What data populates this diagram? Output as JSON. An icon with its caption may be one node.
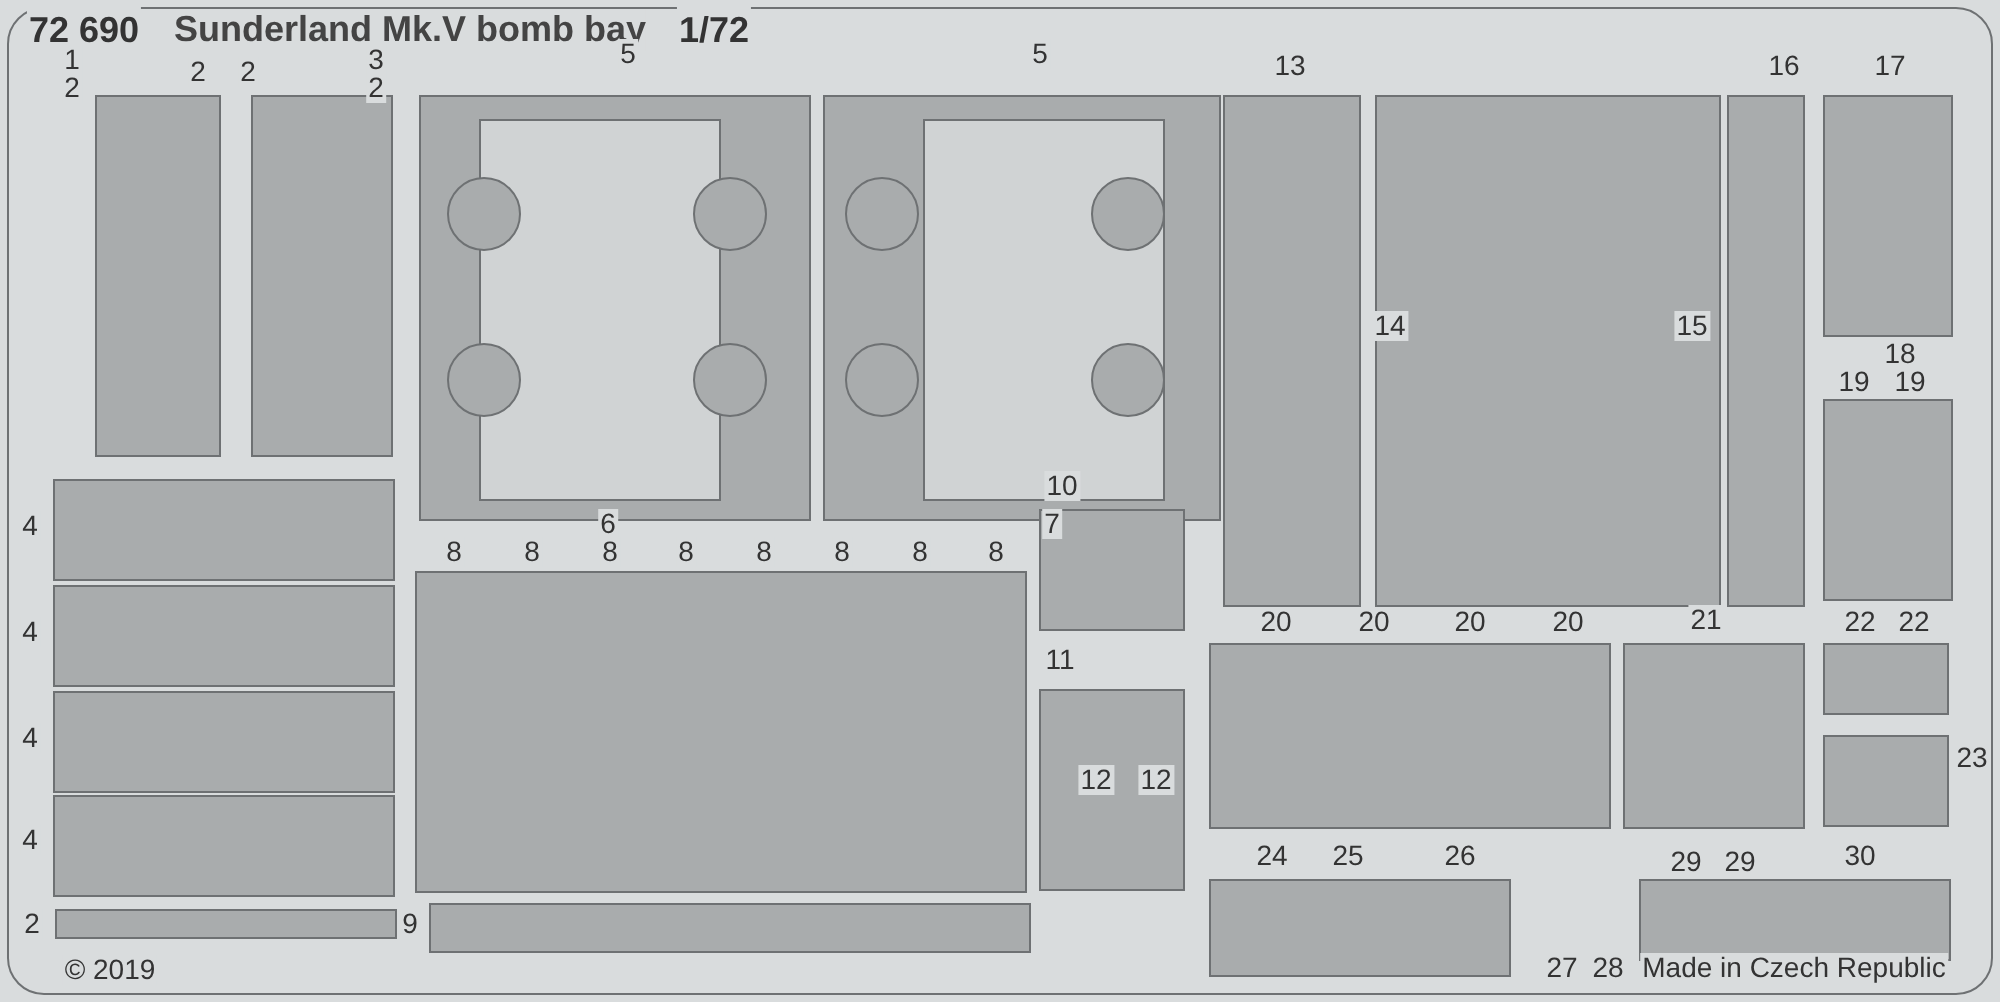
{
  "diagram": {
    "title": "Sunderland Mk.V bomb bay",
    "labels": [
      "72 690",
      "1/72",
      "1",
      "3",
      "5",
      "5",
      "13",
      "16",
      "17",
      "2",
      "2",
      "2",
      "2",
      "14",
      "15",
      "18",
      "19",
      "19",
      "4",
      "6",
      "7",
      "8",
      "8",
      "8",
      "8",
      "8",
      "8",
      "8",
      "8",
      "10",
      "4",
      "20",
      "20",
      "20",
      "20",
      "21",
      "22",
      "22",
      "11",
      "4",
      "23",
      "12",
      "12",
      "24",
      "26",
      "30",
      "4",
      "25",
      "29",
      "29",
      "2",
      "9",
      "© 2019",
      "27",
      "28",
      "Made in Czech Republic"
    ]
  }
}
